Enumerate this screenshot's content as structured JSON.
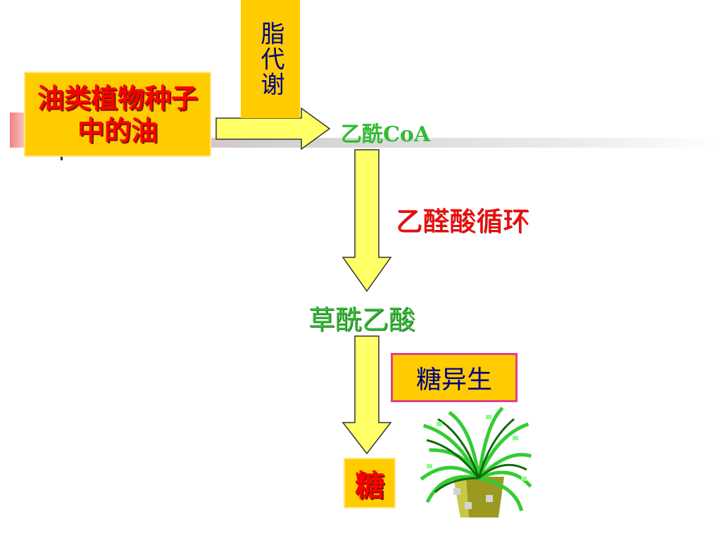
{
  "nodes": {
    "oil_seed": "油类植物种子中的油",
    "fat_metabolism": "脂代谢",
    "acetyl_coa": "乙酰CoA",
    "glyoxylate_cycle": "乙醛酸循环",
    "oxaloacetate": "草酰乙酸",
    "gluconeogenesis": "糖异生",
    "sugar": "糖"
  },
  "colors": {
    "box_fill": "#ffcc00",
    "arrow_fill": "#ffff66",
    "red_text": "#ff0000",
    "green_text": "#33bb33",
    "navy_text": "#000080"
  },
  "icons": [
    "plant-icon"
  ]
}
